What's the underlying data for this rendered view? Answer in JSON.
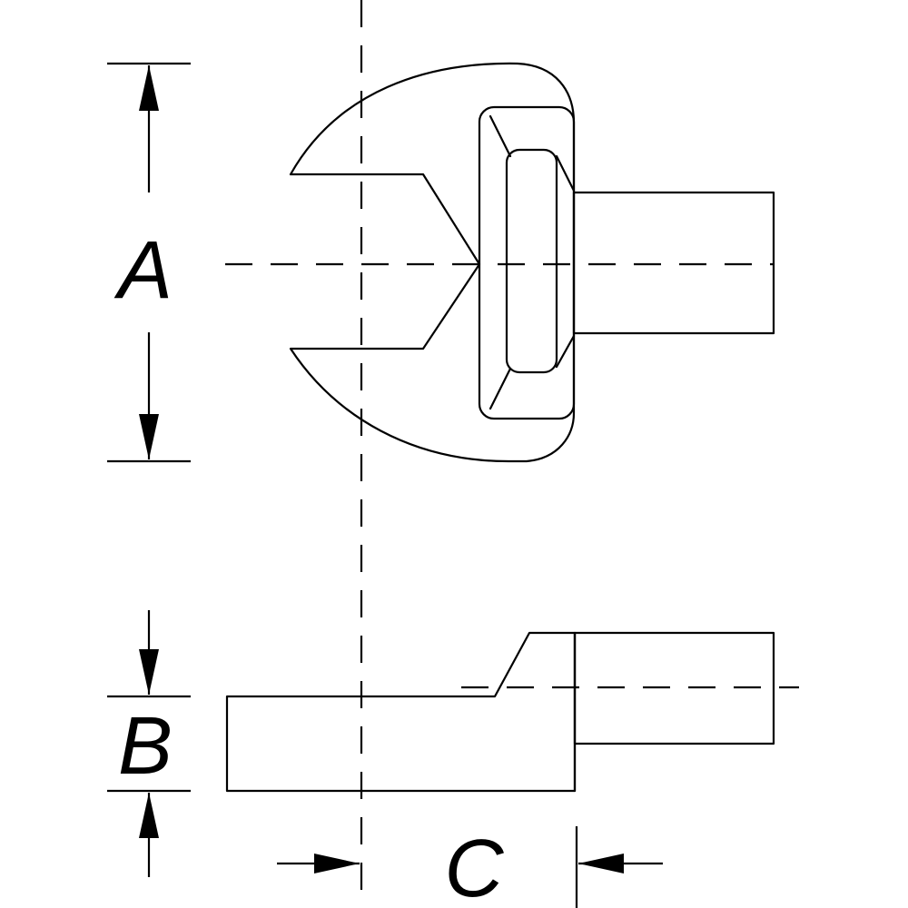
{
  "labels": {
    "dim_a": "A",
    "dim_b": "B",
    "dim_c": "C"
  },
  "colors": {
    "line": "#000000",
    "background": "#ffffff"
  }
}
